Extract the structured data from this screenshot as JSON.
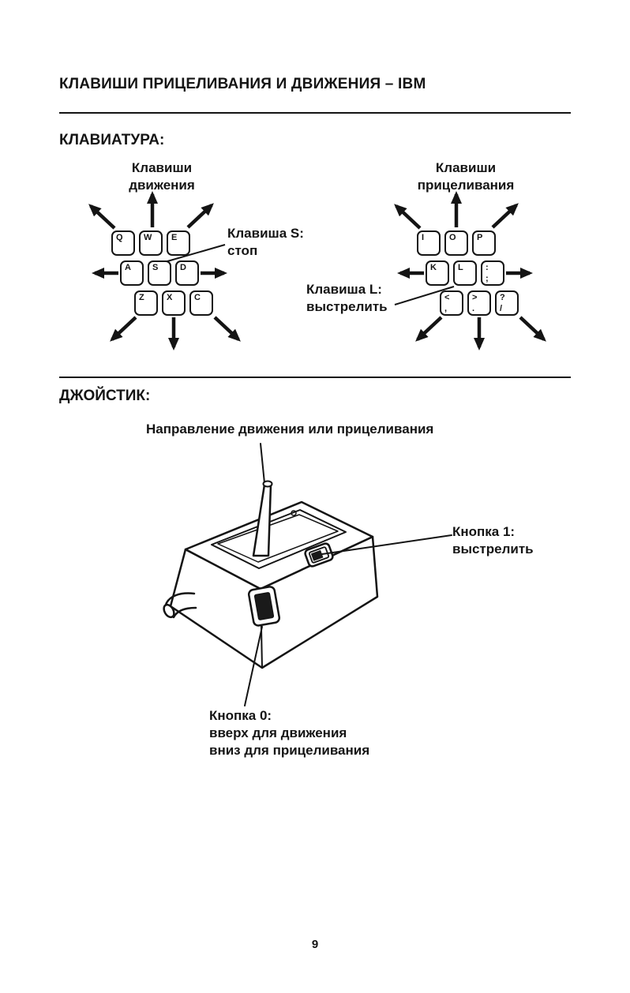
{
  "title": "КЛАВИШИ ПРИЦЕЛИВАНИЯ И ДВИЖЕНИЯ – IBM",
  "keyboard": {
    "heading": "КЛАВИАТУРА:",
    "movement": {
      "label": "Клавиши\nдвижения",
      "keys": [
        "Q",
        "W",
        "E",
        "A",
        "S",
        "D",
        "Z",
        "X",
        "C"
      ],
      "callout_s": "Клавиша S:\nстоп"
    },
    "aiming": {
      "label": "Клавиши\nприцеливания",
      "keys": [
        {
          "main": "I"
        },
        {
          "main": "O"
        },
        {
          "main": "P"
        },
        {
          "main": "K"
        },
        {
          "main": "L"
        },
        {
          "top": ":",
          "bottom": ";"
        },
        {
          "top": "<",
          "bottom": ","
        },
        {
          "top": ">",
          "bottom": "."
        },
        {
          "top": "?",
          "bottom": "/"
        }
      ],
      "callout_l": "Клавиша L:\nвыстрелить"
    }
  },
  "joystick": {
    "heading": "ДЖОЙСТИК:",
    "direction_label": "Направление движения или прицеливания",
    "button1_label": "Кнопка 1:\nвыстрелить",
    "button0_label": "Кнопка 0:\nвверх для движения\nвниз для прицеливания"
  },
  "page_number": "9"
}
